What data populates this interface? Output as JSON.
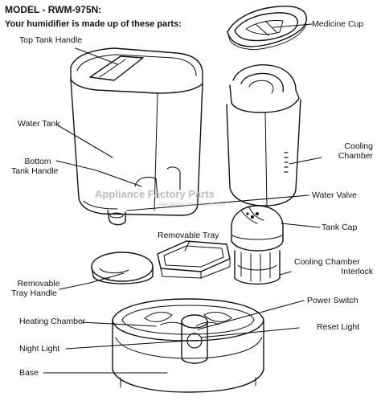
{
  "header": {
    "model": "MODEL - RWM-975N:",
    "intro": "Your humidifier is made up of these parts:"
  },
  "labels": {
    "medicine_cup": "Medicine Cup",
    "top_tank_handle": "Top Tank Handle",
    "water_tank": "Water Tank",
    "cooling_chamber_1": "Cooling",
    "cooling_chamber_2": "Chamber",
    "bottom_tank_handle_1": "Bottom",
    "bottom_tank_handle_2": "Tank Handle",
    "water_valve": "Water Valve",
    "tank_cap": "Tank Cap",
    "removable_tray": "Removable Tray",
    "cooling_chamber_interlock_1": "Cooling Chamber",
    "cooling_chamber_interlock_2": "Interlock",
    "removable_tray_handle_1": "Removable",
    "removable_tray_handle_2": "Tray Handle",
    "power_switch": "Power Switch",
    "heating_chamber": "Heating Chamber",
    "reset_light": "Reset Light",
    "night_light": "Night Light",
    "base": "Base"
  },
  "watermark": {
    "main": "Appliance Factory Parts",
    "sub": "www.appliancefactoryparts.com"
  },
  "colors": {
    "line": "#111111",
    "watermark": "#bdbdbd"
  }
}
